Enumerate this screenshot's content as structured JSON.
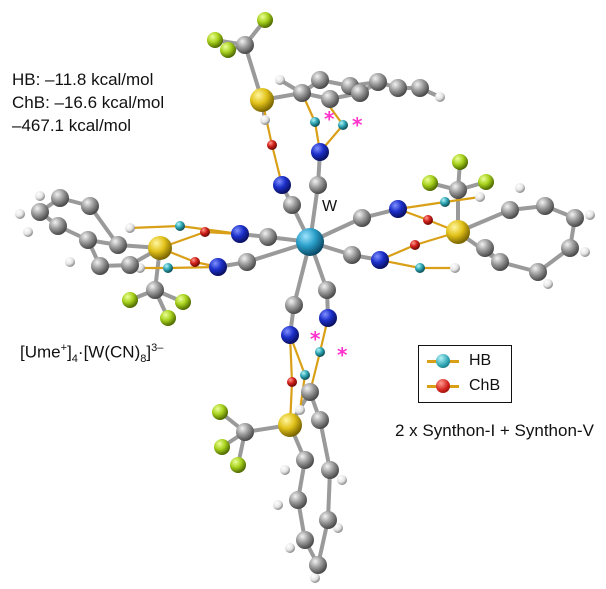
{
  "energies": {
    "hb": "HB: –11.8 kcal/mol",
    "chb": "ChB: –16.6 kcal/mol",
    "total": "–467.1 kcal/mol"
  },
  "metal_label": "W",
  "formula": {
    "part1": "[Ume",
    "sup1": "+",
    "part2": "]",
    "sub1": "4",
    "part3": "·[W(CN)",
    "sub2": "8",
    "part4": "]",
    "sup2": "3–"
  },
  "legend": {
    "items": [
      {
        "label": "HB",
        "color": "#2fa7b5"
      },
      {
        "label": "ChB",
        "color": "#d0201a"
      }
    ]
  },
  "synthon_text": "2 x Synthon-I + Synthon-V",
  "colors": {
    "tungsten": "#2a9fc9",
    "carbon": "#8a8a8a",
    "nitrogen": "#1b2fc9",
    "sulfur": "#e2c21a",
    "fluorine": "#a8d21e",
    "oxygen": "#d0201a",
    "hydrogen": "#ececec",
    "bond": "#d9a017",
    "asterisk": "#ff33cc"
  }
}
